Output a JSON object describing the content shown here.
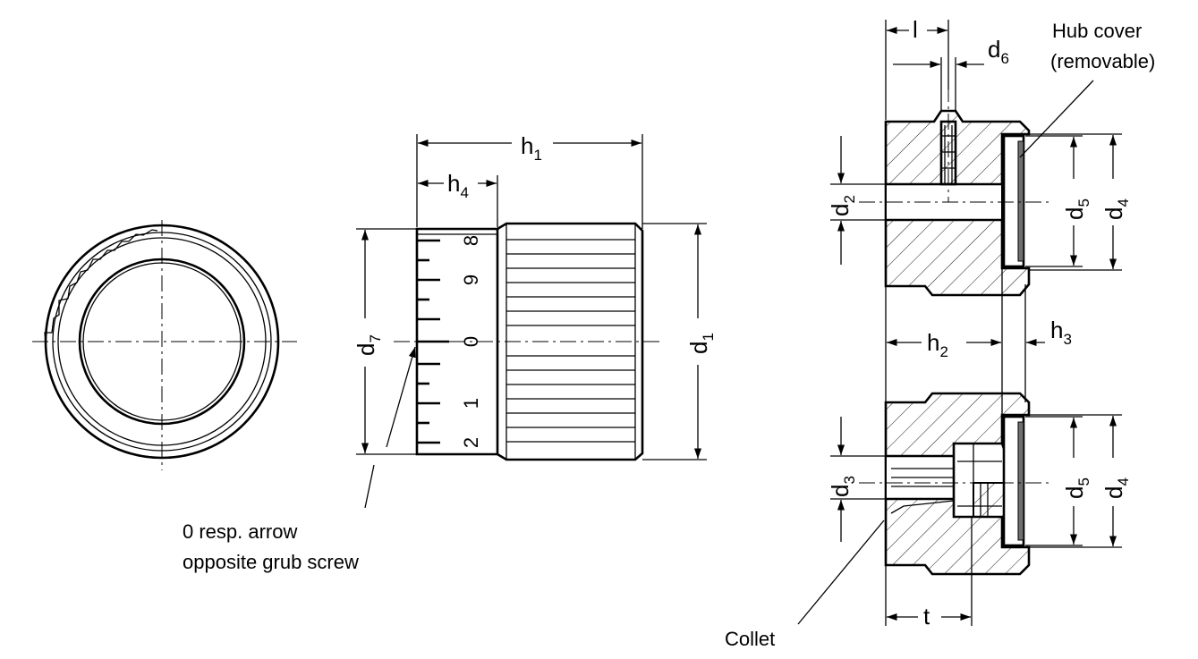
{
  "labels": {
    "h1": {
      "main": "h",
      "sub": "1"
    },
    "h4": {
      "main": "h",
      "sub": "4"
    },
    "d7": {
      "main": "d",
      "sub": "7"
    },
    "d1": {
      "main": "d",
      "sub": "1"
    },
    "l": {
      "main": "l"
    },
    "d6": {
      "main": "d",
      "sub": "6"
    },
    "d2": {
      "main": "d",
      "sub": "2"
    },
    "d5_top": {
      "main": "d",
      "sub": "5"
    },
    "d4_top": {
      "main": "d",
      "sub": "4"
    },
    "h2": {
      "main": "h",
      "sub": "2"
    },
    "h3": {
      "main": "h",
      "sub": "3"
    },
    "d3": {
      "main": "d",
      "sub": "3"
    },
    "d5_bottom": {
      "main": "d",
      "sub": "5"
    },
    "d4_bottom": {
      "main": "d",
      "sub": "4"
    },
    "t": {
      "main": "t"
    }
  },
  "annotations": {
    "hub_cover_line1": "Hub cover",
    "hub_cover_line2": "(removable)",
    "zero_arrow_line1": "0 resp. arrow",
    "zero_arrow_line2": "opposite grub screw",
    "collet": "Collet"
  },
  "scale": {
    "numbers": [
      "8",
      "9",
      "0",
      "1",
      "2"
    ]
  }
}
